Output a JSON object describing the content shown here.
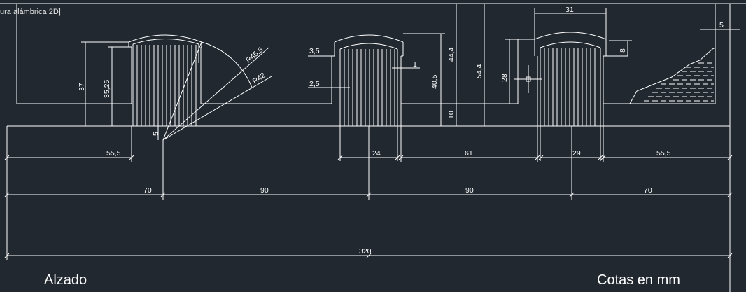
{
  "viewport": {
    "label": "ura alámbrica 2D]"
  },
  "labels": {
    "alzado": "Alzado",
    "cotas": "Cotas en mm"
  },
  "dims": {
    "total": "320",
    "span_70_left": "70",
    "span_90_a": "90",
    "span_90_b": "90",
    "span_70_right": "70",
    "left_55_5": "55,5",
    "w24": "24",
    "w61": "61",
    "w29": "29",
    "right_55_5": "55,5",
    "h37": "37",
    "h35_25": "35,25",
    "d5_small": "5",
    "r45_5": "R45,5",
    "r42": "R42",
    "d3_5": "3,5",
    "d2_5": "2,5",
    "d1": "1",
    "h40_5": "40,5",
    "h10": "10",
    "h44_4": "44,4",
    "h54_4": "54,4",
    "h28": "28",
    "w31": "31",
    "d8": "8",
    "d5_right": "5"
  },
  "colors": {
    "background": "#212830",
    "lines": "#ffffff"
  }
}
